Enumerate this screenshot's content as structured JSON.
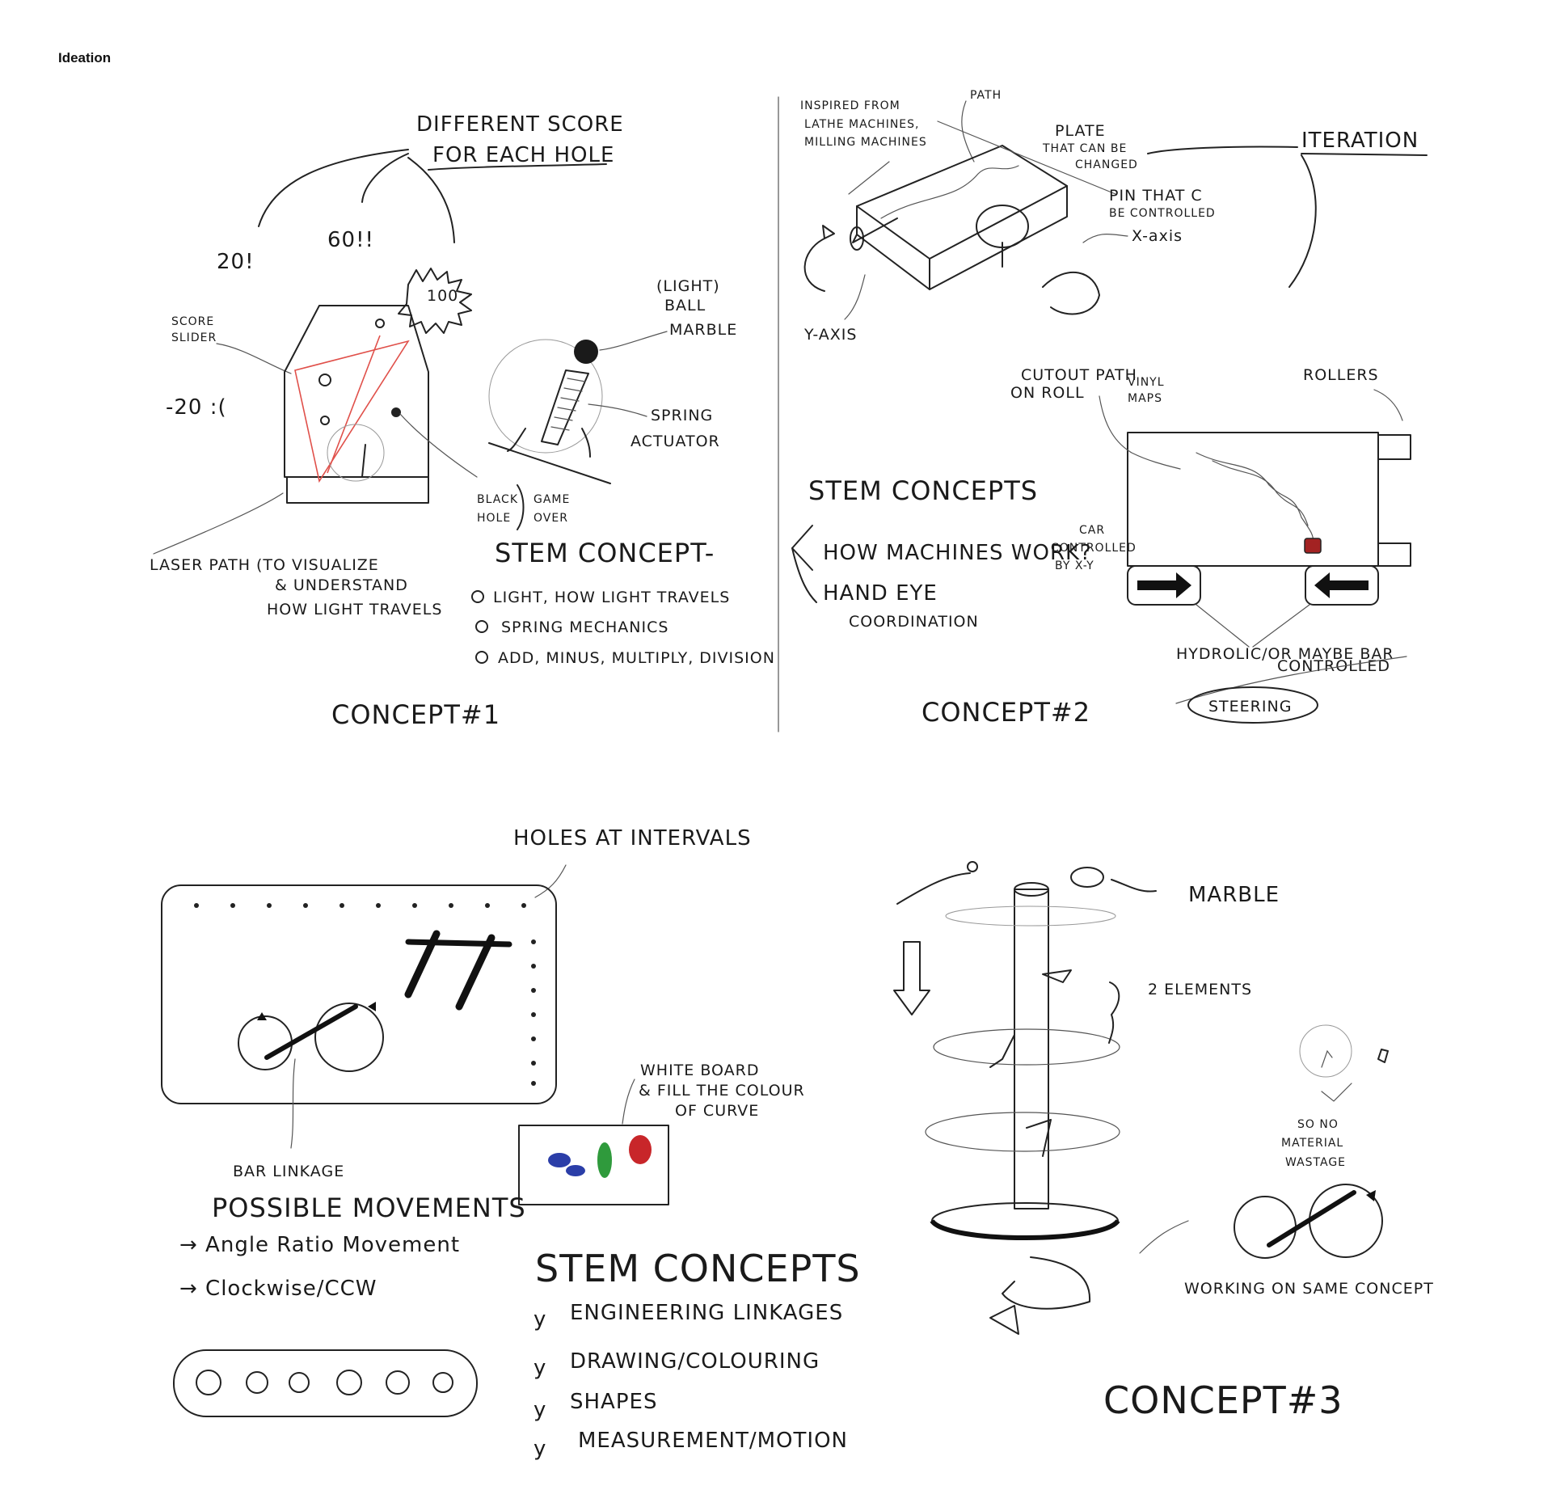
{
  "page": {
    "title": "Ideation"
  },
  "concept1": {
    "label": "CONCEPT#1",
    "score_heading": [
      "DIFFERENT SCORE",
      "FOR EACH HOLE"
    ],
    "scores": {
      "s20": "20!",
      "s60": "60!!",
      "s100": "100",
      "minus20": "-20 :("
    },
    "score_slider": [
      "SCORE",
      "SLIDER"
    ],
    "light_ball": [
      "(LIGHT)",
      "BALL"
    ],
    "marble": "MARBLE",
    "spring": [
      "SPRING",
      "ACTUATOR"
    ],
    "black_hole": [
      "BLACK",
      "HOLE"
    ],
    "game_over": [
      "GAME",
      "OVER"
    ],
    "laser_path": [
      "LASER PATH (TO VISUALIZE",
      "& UNDERSTAND",
      "HOW LIGHT TRAVELS"
    ],
    "stem_heading": "STEM CONCEPT-",
    "stem_items": [
      "LIGHT, HOW LIGHT TRAVELS",
      "SPRING MECHANICS",
      "ADD, MINUS, MULTIPLY, DIVISION"
    ]
  },
  "concept2": {
    "label": "CONCEPT#2",
    "inspired": [
      "INSPIRED FROM",
      "LATHE MACHINES,",
      "MILLING MACHINES"
    ],
    "path": "PATH",
    "plate": [
      "PLATE",
      "THAT CAN BE",
      "CHANGED"
    ],
    "pin": [
      "PIN THAT C",
      "BE CONTROLLED"
    ],
    "x_axis": "X-axis",
    "y_axis": "Y-AXIS",
    "iteration": "ITERATION",
    "cutout": [
      "CUTOUT PATH",
      "ON ROLL"
    ],
    "vinyl": [
      "VINYL",
      "MAPS"
    ],
    "rollers": "ROLLERS",
    "car": [
      "CAR",
      "CONTROLLED",
      "BY X-Y"
    ],
    "stem_heading": "STEM CONCEPTS",
    "stem_items": [
      "HOW MACHINES WORK?",
      "HAND EYE",
      "COORDINATION"
    ],
    "hydrolic": [
      "HYDROLIC/OR MAYBE BAR",
      "CONTROLLED"
    ],
    "steering": "STEERING"
  },
  "concept3": {
    "label": "CONCEPT#3",
    "holes": "HOLES AT INTERVALS",
    "bar_linkage": "BAR LINKAGE",
    "white_board": [
      "WHITE BOARD",
      "& FILL THE COLOUR",
      "OF CURVE"
    ],
    "possible_heading": "POSSIBLE MOVEMENTS",
    "possible_items": [
      "→ Angle Ratio Movement",
      "→ Clockwise/CCW"
    ],
    "stem_heading": "STEM CONCEPTS",
    "stem_items": [
      "ENGINEERING LINKAGES",
      "DRAWING/COLOURING",
      "SHAPES",
      "MEASUREMENT/MOTION"
    ],
    "marble": "MARBLE",
    "elements": "2 ELEMENTS",
    "no_waste": [
      "SO NO",
      "MATERIAL",
      "WASTAGE"
    ],
    "same_concept": "WORKING ON SAME CONCEPT"
  },
  "colors": {
    "laser": "#e0504a",
    "blue_blob": "#2b3ea8",
    "green_blob": "#2f9a3c",
    "red_blob": "#c8262a"
  }
}
